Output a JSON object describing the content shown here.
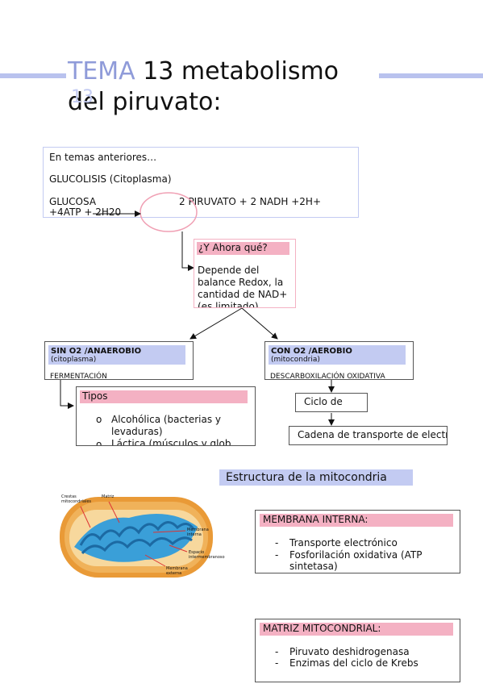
{
  "title": {
    "word1": "TEMA",
    "word1_shadow": "13",
    "line1_rest": " 13 metabolismo",
    "line2": "del piruvato:"
  },
  "intro": {
    "line1": "En temas anteriores…",
    "line2": "GLUCOLISIS (Citoplasma)",
    "glucosa": "GLUCOSA",
    "products": "2 PIRUVATO + 2 NADH +2H+",
    "extra": "+4ATP + 2H20"
  },
  "question": {
    "header": "¿Y Ahora qué?",
    "body": "Depende del balance Redox, la cantidad de NAD+ (es limitado)"
  },
  "anaerobic": {
    "title": "SIN O2 /ANAEROBIO",
    "subtitle": "(citoplasma)",
    "cut": "FERMENTACIÓN"
  },
  "aerobic": {
    "title": "CON O2 /AEROBIO",
    "subtitle": "(mitocondria)",
    "cut": "DESCARBOXILACIÓN OXIDATIVA"
  },
  "tipos": {
    "header": "Tipos",
    "items": [
      "Alcohólica (bacterias y levaduras)",
      "Láctica (músculos y glob"
    ]
  },
  "krebs": {
    "label": "Ciclo de"
  },
  "cadena": {
    "label": "Cadena de transporte de electrones"
  },
  "mito": {
    "section_title": "Estructura de la mitocondria",
    "labels": {
      "crestas": "Crestas mitocondriales",
      "matriz": "Matriz",
      "membrana_interna": "Membrana interna",
      "espacio": "Espacio intermembranoso",
      "membrana_externa": "Membrana externa"
    }
  },
  "membrana": {
    "header": "MEMBRANA INTERNA:",
    "items": [
      "Transporte electrónico",
      "Fosforilación oxidativa (ATP sintetasa)"
    ]
  },
  "matriz": {
    "header": "MATRIZ MITOCONDRIAL:",
    "items": [
      "Piruvato deshidrogenasa",
      "Enzimas del ciclo de Krebs"
    ]
  },
  "colors": {
    "accent_blue": "#b9c2ee",
    "accent_pink": "#f4b1c3",
    "mito_orange": "#f0b25a",
    "mito_blue": "#3a9fd8"
  }
}
